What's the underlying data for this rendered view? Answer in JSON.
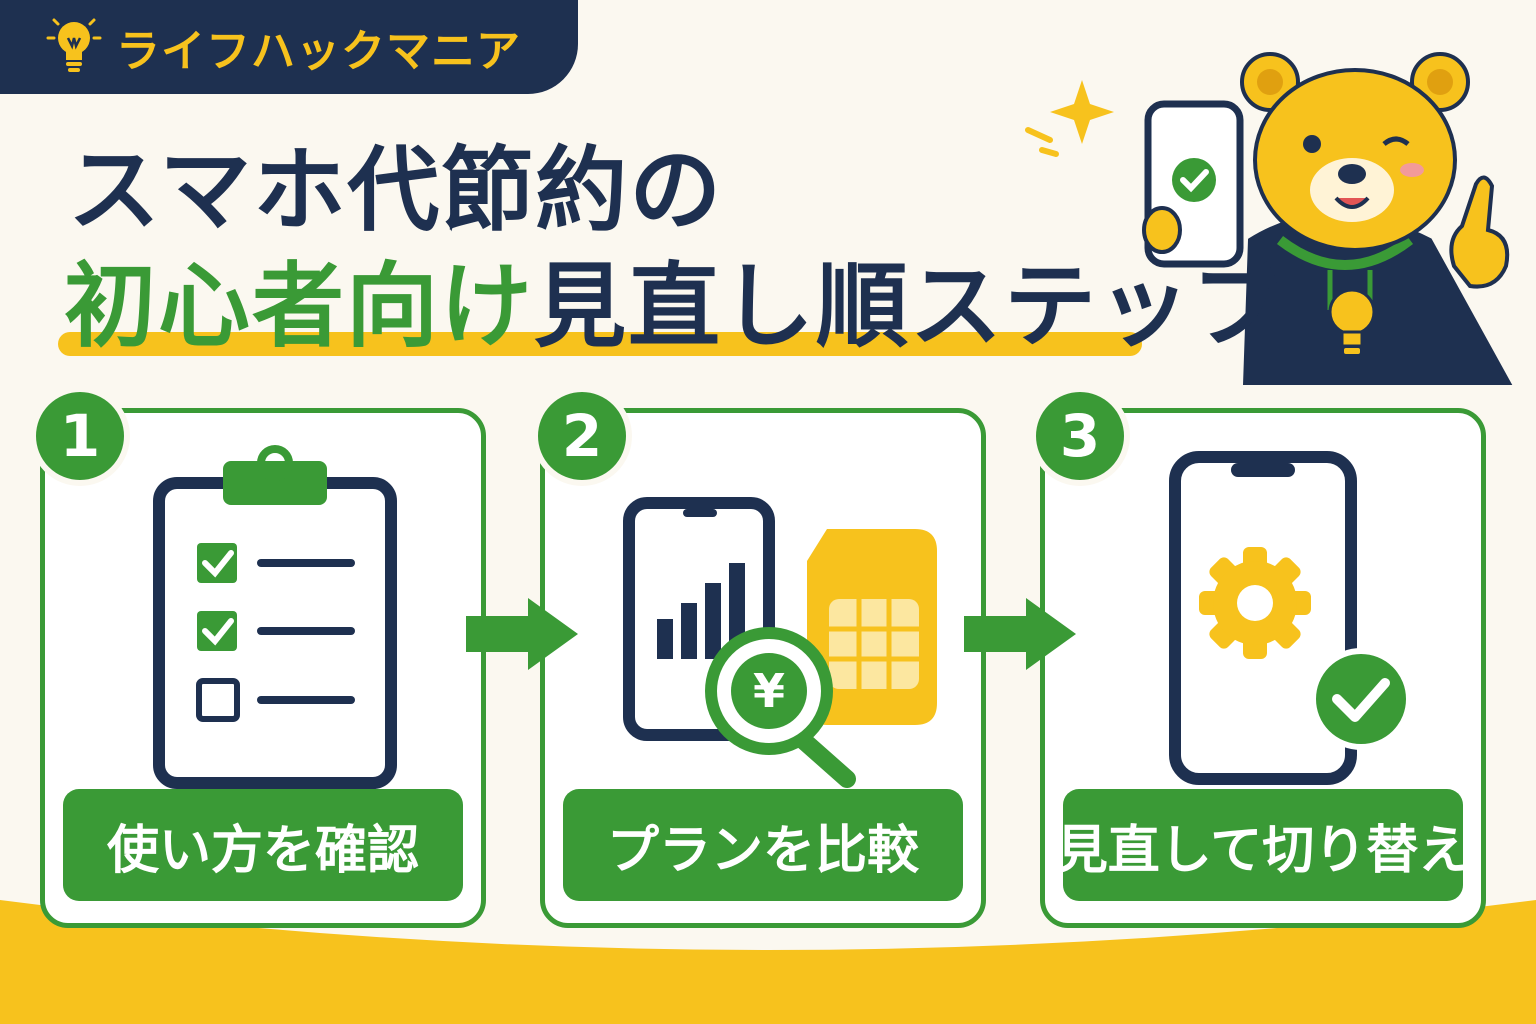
{
  "brand": {
    "name": "ライフハックマニア",
    "icon": "lightbulb-icon"
  },
  "title": {
    "line1": "スマホ代節約の",
    "line2_green": "初心者向け",
    "line2_navy": "見直し順ステップ"
  },
  "steps": [
    {
      "number": "1",
      "label": "使い方を確認",
      "icon": "clipboard-checklist-icon"
    },
    {
      "number": "2",
      "label": "プランを比較",
      "icon": "phone-yen-search-sim-icon"
    },
    {
      "number": "3",
      "label": "見直して切り替え",
      "icon": "phone-gear-check-icon"
    }
  ],
  "colors": {
    "navy": "#1e3050",
    "green": "#3a9a36",
    "yellow": "#f7c21d",
    "background": "#fbf8f0",
    "white": "#ffffff"
  }
}
